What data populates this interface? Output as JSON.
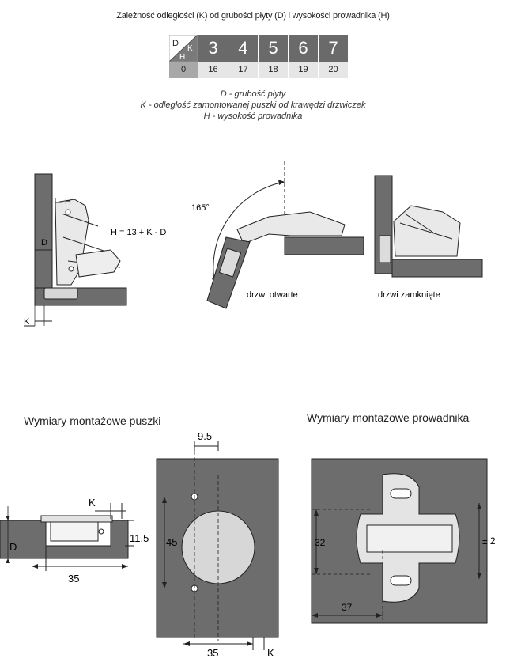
{
  "table": {
    "title": "Zależność odległości (K) od grubości płyty (D) i wysokości prowadnika (H)",
    "corner": {
      "d": "D",
      "k": "K",
      "h": "H"
    },
    "k_values": [
      "3",
      "4",
      "5",
      "6",
      "7"
    ],
    "h_label": "0",
    "d_values": [
      "16",
      "17",
      "18",
      "19",
      "20"
    ]
  },
  "legend": {
    "d": "D - grubość płyty",
    "k": "K - odległość zamontowanej puszki od krawędzi drzwiczek",
    "h": "H - wysokość prowadnika"
  },
  "hinge_diagrams": {
    "side_labels": {
      "h": "H",
      "d": "D",
      "k": "K"
    },
    "formula": "H = 13 + K - D",
    "angle": "165°",
    "open_label": "drzwi otwarte",
    "closed_label": "drzwi zamknięte"
  },
  "cup_section": {
    "title": "Wymiary montażowe puszki",
    "k": "K",
    "d": "D",
    "depth": "11,5",
    "width": "35",
    "offset": "9.5",
    "spacing": "45",
    "width_front": "35",
    "k_front": "K"
  },
  "plate_section": {
    "title": "Wymiary montażowe prowadnika",
    "height": "32",
    "adjust": "± 2",
    "width": "37"
  }
}
